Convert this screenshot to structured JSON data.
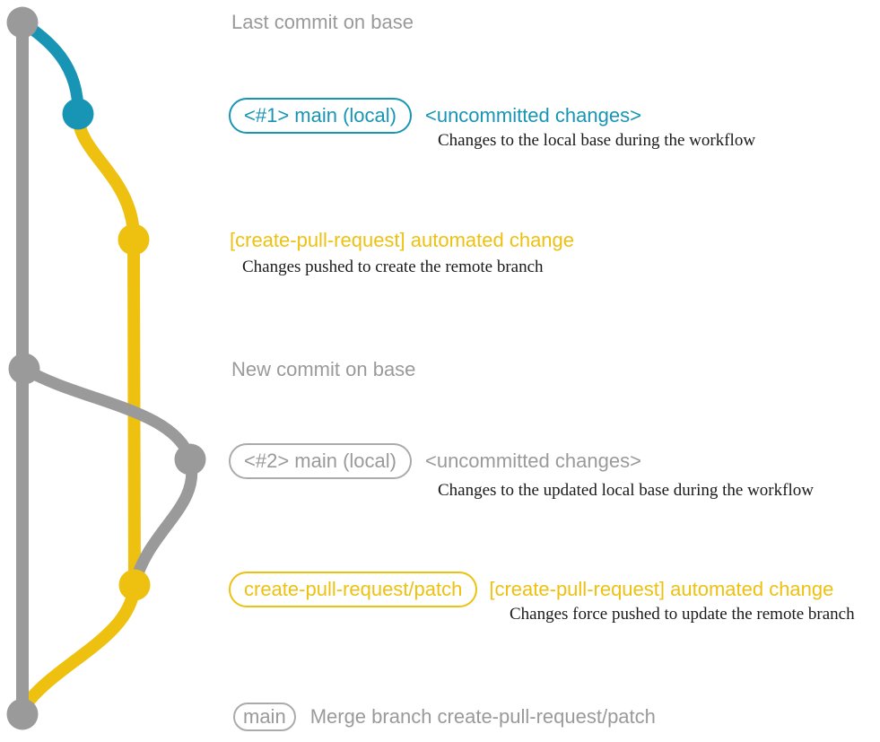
{
  "colors": {
    "gray": "#9a9a9a",
    "gray_border": "#ababab",
    "blue": "#1895b5",
    "yellow": "#eec111",
    "description_text": "#1a1a1a"
  },
  "diagram": {
    "heading_top": "Last commit on base",
    "heading_middle": "New commit on base",
    "row1": {
      "badge": "<#1> main (local)",
      "status": "<uncommitted changes>",
      "description": "Changes to the local base during the workflow"
    },
    "row2": {
      "title": "[create-pull-request] automated change",
      "description": "Changes pushed to create the remote branch"
    },
    "row3": {
      "badge": "<#2> main (local)",
      "status": "<uncommitted changes>",
      "description": "Changes to the updated local base during the workflow"
    },
    "row4": {
      "badge": "create-pull-request/patch",
      "title": "[create-pull-request] automated change",
      "description": "Changes force pushed to update the remote branch"
    },
    "row5": {
      "badge": "main",
      "description": "Merge branch create-pull-request/patch"
    }
  },
  "graph": {
    "nodes": [
      {
        "name": "last-commit-on-base",
        "color": "gray"
      },
      {
        "name": "uncommitted-changes-1",
        "color": "blue"
      },
      {
        "name": "automated-change-commit-1",
        "color": "yellow"
      },
      {
        "name": "new-commit-on-base",
        "color": "gray"
      },
      {
        "name": "uncommitted-changes-2",
        "color": "gray"
      },
      {
        "name": "automated-change-commit-2",
        "color": "yellow"
      },
      {
        "name": "merge-commit",
        "color": "gray"
      }
    ]
  }
}
